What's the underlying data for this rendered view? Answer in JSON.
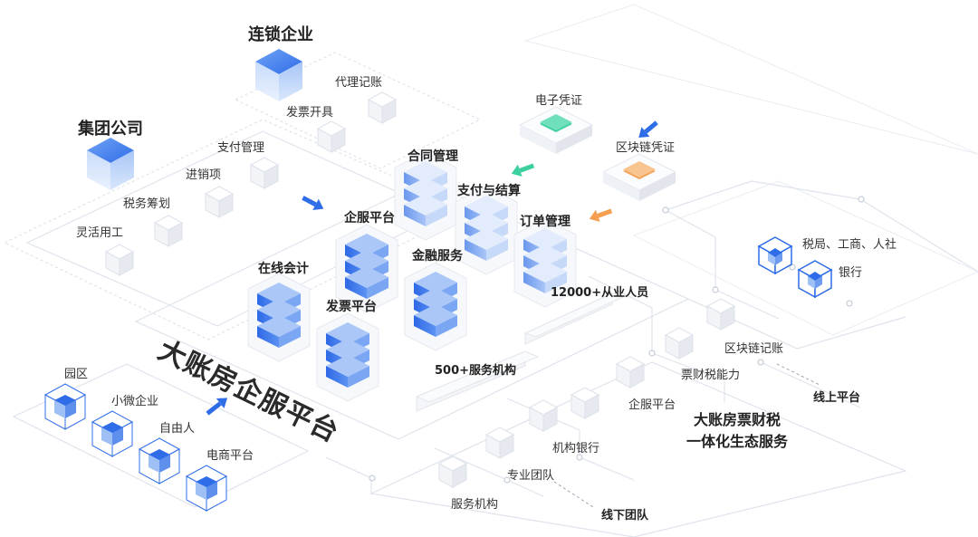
{
  "title": "大账房企服平台",
  "groups": {
    "chain": "连锁企业",
    "group": "集团公司"
  },
  "chain_services": [
    "代理记账",
    "发票开具"
  ],
  "group_services": [
    "支付管理",
    "进销项",
    "税务筹划",
    "灵活用工"
  ],
  "platform_modules": {
    "contract": "合同管理",
    "payment": "支付与结算",
    "order": "订单管理",
    "enterprise": "企服平台",
    "finance": "金融服务",
    "accounting": "在线会计",
    "invoice": "发票平台"
  },
  "vouchers": {
    "electronic": "电子凭证",
    "blockchain": "区块链凭证"
  },
  "staff": "12000+从业人员",
  "institutions": "500+服务机构",
  "clients": [
    "园区",
    "小微企业",
    "自由人",
    "电商平台"
  ],
  "government": [
    "税局、工商、人社",
    "银行"
  ],
  "online_items": [
    "区块链记账",
    "票财税能力",
    "企服平台"
  ],
  "online_label": "线上平台",
  "offline_items": [
    "机构银行",
    "专业团队",
    "服务机构"
  ],
  "offline_label": "线下团队",
  "ecosystem": [
    "大账房票财税",
    "一体化生态服务"
  ],
  "colors": {
    "blue": "#2f6de8",
    "light_blue": "#9fc0f4",
    "green": "#3ccfa0",
    "orange": "#f5a051",
    "line": "#d9dee6"
  }
}
